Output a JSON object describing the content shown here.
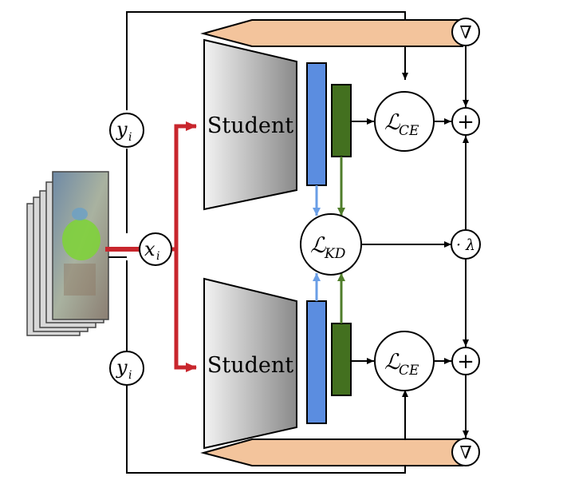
{
  "input_symbol": {
    "base": "x",
    "sub": "i"
  },
  "label_symbol": {
    "base": "y",
    "sub": "i"
  },
  "top_network": {
    "label": "Student"
  },
  "bottom_network": {
    "label": "Student"
  },
  "ce_loss": {
    "base": "ℒ",
    "sub": "CE"
  },
  "kd_loss": {
    "base": "ℒ",
    "sub": "KD"
  },
  "sum_op": "+",
  "grad_op": "∇",
  "weight_op": "· λ",
  "colors": {
    "student_grad_light": "#f2f2f2",
    "student_grad_dark": "#8a8a8a",
    "feature_blue": "#5b8de0",
    "logit_green": "#43701f",
    "input_arrow_red": "#c8262d",
    "kd_blue_arrow": "#6a9ee6",
    "kd_green_arrow": "#4f7d2a",
    "gradient_peach": "#f3c49c"
  }
}
